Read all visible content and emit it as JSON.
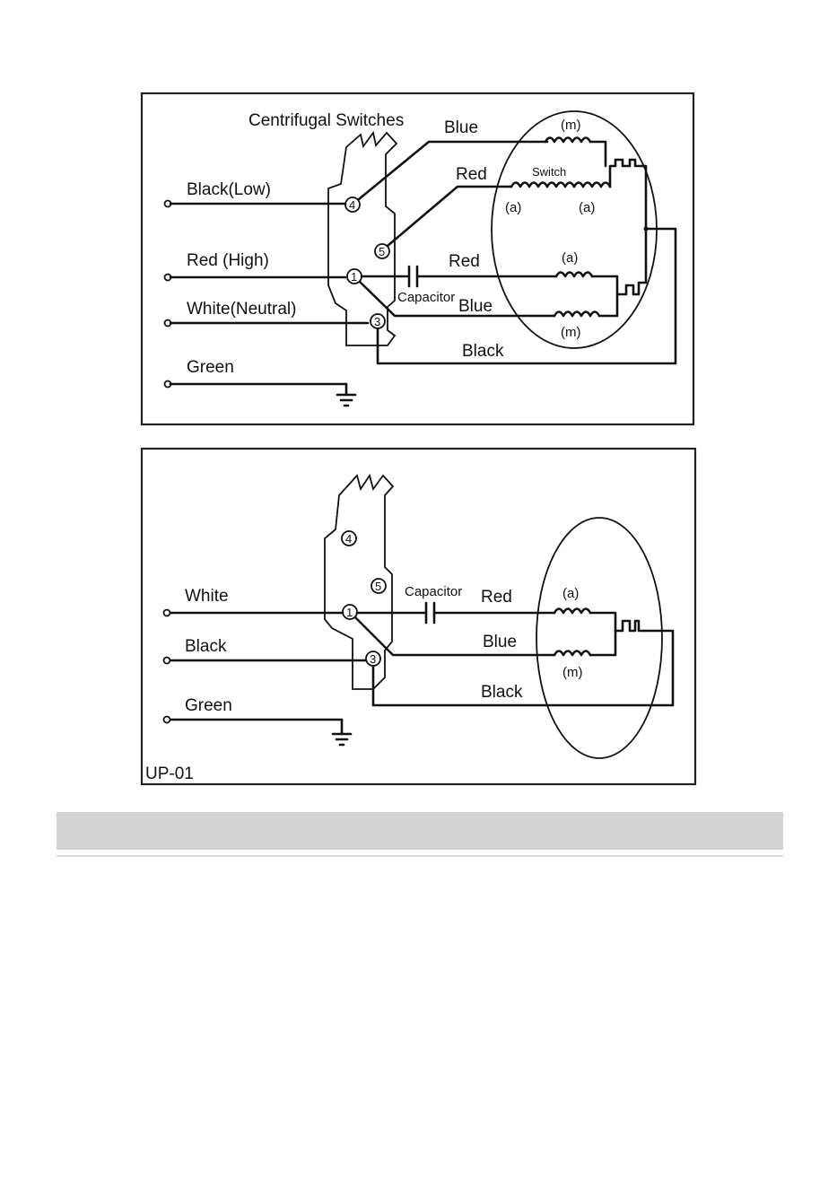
{
  "diagram1": {
    "title": "Centrifugal Switches",
    "leads": {
      "black_low": "Black(Low)",
      "red_high": "Red (High)",
      "white_neutral": "White(Neutral)",
      "green": "Green"
    },
    "terminals": {
      "t4": "4",
      "t5": "5",
      "t1": "1",
      "t3": "3"
    },
    "wires": {
      "blue_top": "Blue",
      "red_top": "Red",
      "red_mid": "Red",
      "blue_mid": "Blue",
      "black_bottom": "Black"
    },
    "capacitor": "Capacitor",
    "switch": "Switch",
    "coils": {
      "m_top": "(m)",
      "a_left": "(a)",
      "a_right": "(a)",
      "a_mid": "(a)",
      "m_bottom": "(m)"
    }
  },
  "diagram2": {
    "leads": {
      "white": "White",
      "black": "Black",
      "green": "Green"
    },
    "terminals": {
      "t4": "4",
      "t5": "5",
      "t1": "1",
      "t3": "3"
    },
    "wires": {
      "red": "Red",
      "blue": "Blue",
      "black": "Black"
    },
    "capacitor": "Capacitor",
    "coils": {
      "a": "(a)",
      "m": "(m)"
    },
    "model": "UP-01"
  }
}
